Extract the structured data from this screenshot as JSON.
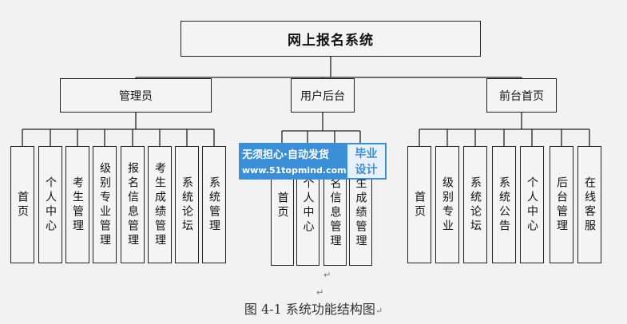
{
  "root": {
    "label": "网上报名系统"
  },
  "groups": [
    {
      "label": "管理员",
      "children": [
        "首页",
        "个人中心",
        "考生管理",
        "级别专业管理",
        "报名信息管理",
        "考生成绩管理",
        "系统论坛",
        "系统管理"
      ]
    },
    {
      "label": "用户后台",
      "children": [
        "首页",
        "个人中心",
        "报名信息管理",
        "考生成绩管理"
      ]
    },
    {
      "label": "前台首页",
      "children": [
        "首页",
        "级别专业",
        "系统论坛",
        "系统公告",
        "个人中心",
        "后台管理",
        "在线客服"
      ]
    }
  ],
  "watermark": {
    "line1": "无须担心·自动发货",
    "line2": "www.51topmind.com",
    "badge_line1": "毕业",
    "badge_line2": "设计"
  },
  "caption": "图 4-1 系统功能结构图",
  "return_mark": "↵"
}
